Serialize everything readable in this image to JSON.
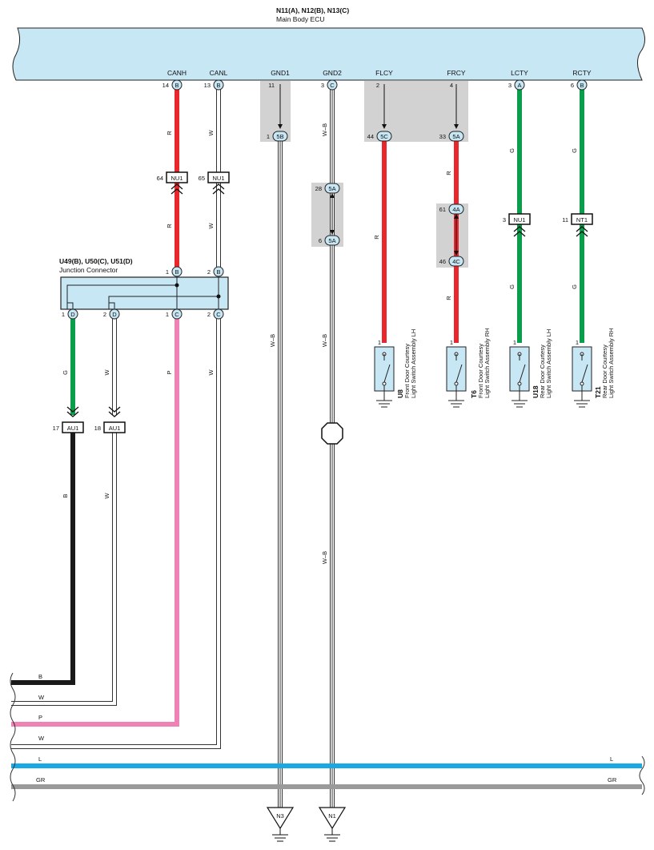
{
  "ecu": {
    "title": "N11(A), N12(B), N13(C)",
    "subtitle": "Main Body ECU"
  },
  "ecu_pins": [
    {
      "name": "CANH",
      "num": "14",
      "conn": "B"
    },
    {
      "name": "CANL",
      "num": "13",
      "conn": "B"
    },
    {
      "name": "GND1",
      "num": "11",
      "conn": ""
    },
    {
      "name": "GND2",
      "num": "3",
      "conn": "C"
    },
    {
      "name": "FLCY",
      "num": "2",
      "conn": ""
    },
    {
      "name": "FRCY",
      "num": "4",
      "conn": ""
    },
    {
      "name": "LCTY",
      "num": "3",
      "conn": "A"
    },
    {
      "name": "RCTY",
      "num": "6",
      "conn": "B"
    }
  ],
  "junction": {
    "title": "U49(B), U50(C), U51(D)",
    "subtitle": "Junction Connector",
    "top_pins": [
      {
        "num": "1",
        "conn": "B"
      },
      {
        "num": "2",
        "conn": "B"
      }
    ],
    "bottom_pins": [
      {
        "num": "1",
        "conn": "D"
      },
      {
        "num": "2",
        "conn": "D"
      },
      {
        "num": "1",
        "conn": "C"
      },
      {
        "num": "2",
        "conn": "C"
      }
    ]
  },
  "connectors": {
    "nu1_canh": {
      "num": "64",
      "name": "NU1"
    },
    "nu1_canl": {
      "num": "65",
      "name": "NU1"
    },
    "gnd1_5b": {
      "num": "1",
      "name": "5B"
    },
    "gnd2_5a_top": {
      "num": "28",
      "name": "5A"
    },
    "gnd2_5a_bot": {
      "num": "6",
      "name": "5A"
    },
    "flcy_5c": {
      "num": "44",
      "name": "5C"
    },
    "frcy_5a": {
      "num": "33",
      "name": "5A"
    },
    "frcy_4a": {
      "num": "61",
      "name": "4A"
    },
    "frcy_4c": {
      "num": "46",
      "name": "4C"
    },
    "lcty_nu1": {
      "num": "3",
      "name": "NU1"
    },
    "rcty_nt1": {
      "num": "11",
      "name": "NT1"
    },
    "au1_g": {
      "num": "17",
      "name": "AU1"
    },
    "au1_w": {
      "num": "18",
      "name": "AU1"
    }
  },
  "wire_colors": {
    "canh": "R",
    "canl": "W",
    "gnd": "W–B",
    "flcy": "R",
    "frcy": "R",
    "lcty": "G",
    "rcty": "G",
    "jg": "G",
    "jw": "W",
    "jp": "P",
    "jw2": "W",
    "b": "B",
    "w2": "W"
  },
  "bus_labels": [
    "B",
    "W",
    "P",
    "W",
    "L",
    "GR"
  ],
  "switches": [
    {
      "code": "U8",
      "pin": "1",
      "line1": "Front Door Courtesy",
      "line2": "Light Switch Assembly LH"
    },
    {
      "code": "T6",
      "pin": "1",
      "line1": "Front Door Courtesy",
      "line2": "Light Switch Assembly RH"
    },
    {
      "code": "U18",
      "pin": "1",
      "line1": "Rear Door Courtesy",
      "line2": "Light Switch Assembly LH"
    },
    {
      "code": "T21",
      "pin": "1",
      "line1": "Rear Door Courtesy",
      "line2": "Light Switch Assembly RH"
    }
  ],
  "grounds": [
    "N3",
    "N1"
  ],
  "colors": {
    "red": "#e8262b",
    "green": "#0a9d4b",
    "pink": "#ee82b4",
    "black": "#1a1a1a",
    "blue": "#16a9e6",
    "gray": "#9a9a9a",
    "ecu_fill": "#c8e7f5",
    "shade": "#d2d2d2"
  }
}
